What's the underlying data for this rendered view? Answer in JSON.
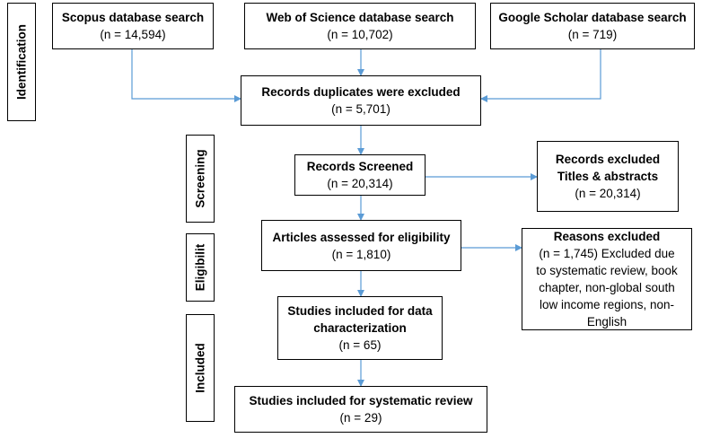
{
  "stages": {
    "identification": "Identification",
    "screening": "Screening",
    "eligibility": "Eligibilit",
    "included": "Included"
  },
  "boxes": {
    "scopus": {
      "title": "Scopus database search",
      "count": "(n = 14,594)"
    },
    "wos": {
      "title": "Web of Science database search",
      "count": "(n = 10,702)"
    },
    "scholar": {
      "title": "Google Scholar database search",
      "count": "(n = 719)"
    },
    "duplicates": {
      "title": "Records duplicates were excluded",
      "count": "(n = 5,701)"
    },
    "screened": {
      "title": "Records Screened",
      "count": "(n = 20,314)"
    },
    "excluded_titles": {
      "title1": "Records excluded",
      "title2": "Titles & abstracts",
      "count": "(n = 20,314)"
    },
    "eligibility": {
      "title": "Articles assessed for eligibility",
      "count": "(n = 1,810)"
    },
    "reasons": {
      "title": "Reasons excluded",
      "lines": [
        "(n = 1,745) Excluded due",
        "to systematic review, book",
        "chapter, non-global south",
        "low income regions, non-",
        "English"
      ]
    },
    "characterization": {
      "title1": "Studies included for data",
      "title2": "characterization",
      "count": "(n = 65)"
    },
    "systematic": {
      "title": "Studies included for systematic review",
      "count": "(n = 29)"
    }
  },
  "colors": {
    "arrow": "#5b9bd5",
    "border": "#000000"
  }
}
